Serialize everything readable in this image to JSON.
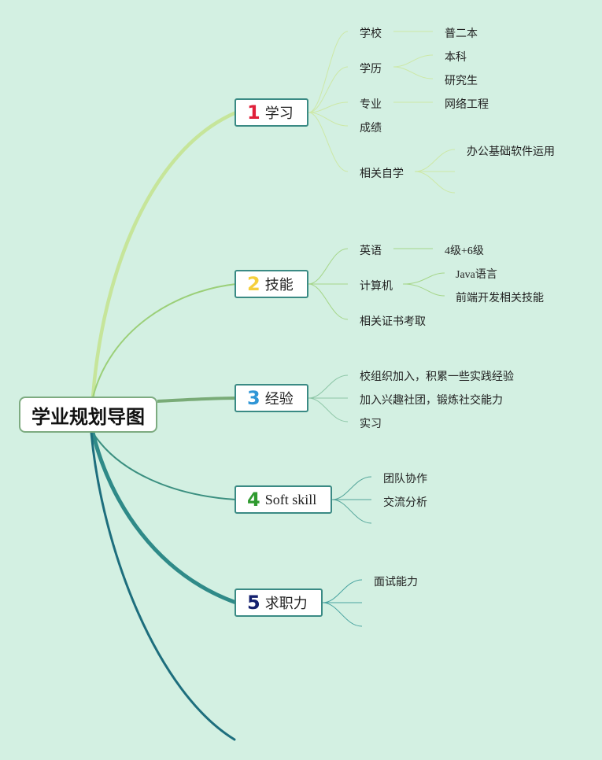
{
  "root": {
    "title": "学业规划导图"
  },
  "branches": [
    {
      "num": "1",
      "label": "学习",
      "num_color": "#e0203a"
    },
    {
      "num": "2",
      "label": "技能",
      "num_color": "#f5cf3c"
    },
    {
      "num": "3",
      "label": "经验",
      "num_color": "#2f96d6"
    },
    {
      "num": "4",
      "label": "Soft skill",
      "num_color": "#2f9a2f"
    },
    {
      "num": "5",
      "label": "求职力",
      "num_color": "#14206e"
    }
  ],
  "nodes": {
    "xuexiao": "学校",
    "puerben": "普二本",
    "xueli": "学历",
    "benke": "本科",
    "yanjiusheng": "研究生",
    "zhuanye": "专业",
    "wangluo": "网络工程",
    "chengji": "成绩",
    "zixue": "相关自学",
    "bangong": "办公基础软件运用",
    "yingyu": "英语",
    "siliu": "4级+6级",
    "jisuanji": "计算机",
    "java": "Java语言",
    "qianduan": "前端开发相关技能",
    "zhengshu": "相关证书考取",
    "xiaozuzhi": "校组织加入，积累一些实践经验",
    "shetuan": "加入兴趣社团，锻炼社交能力",
    "shixi": "实习",
    "tuandui": "团队协作",
    "jiaoliu": "交流分析",
    "mianshi": "面试能力"
  }
}
